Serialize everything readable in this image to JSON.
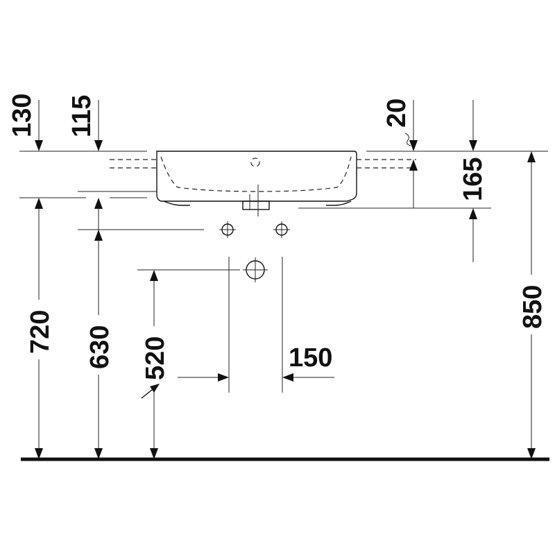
{
  "drawing": {
    "type": "technical-dimension-drawing",
    "subject": "washbasin front elevation",
    "units": "mm"
  },
  "dimensions": {
    "d130": "130",
    "d115": "115",
    "d20": "20",
    "d165": "165",
    "d720": "720",
    "d630": "630",
    "d520": "520",
    "d150": "150",
    "d850": "850"
  }
}
